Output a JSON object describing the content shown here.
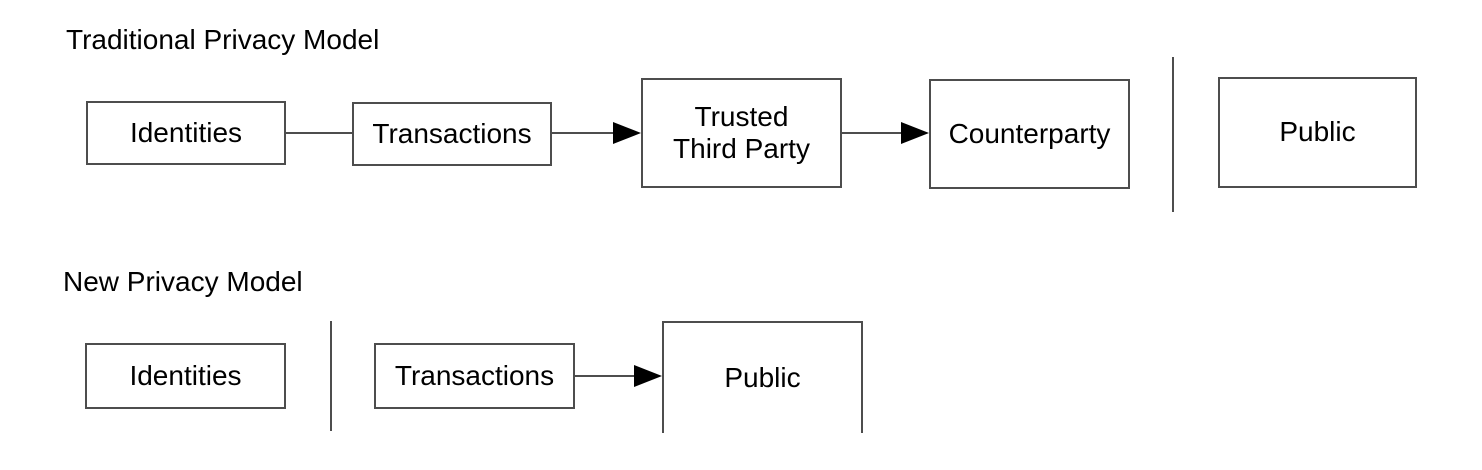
{
  "traditional": {
    "title": "Traditional Privacy Model",
    "nodes": [
      {
        "label": "Identities"
      },
      {
        "label": "Transactions"
      },
      {
        "label_lines": [
          "Trusted",
          "Third Party"
        ]
      },
      {
        "label": "Counterparty"
      },
      {
        "label": "Public"
      }
    ]
  },
  "new_model": {
    "title": "New Privacy Model",
    "nodes": [
      {
        "label": "Identities"
      },
      {
        "label": "Transactions"
      },
      {
        "label": "Public"
      }
    ]
  },
  "colors": {
    "background": "#ffffff",
    "box_border": "#4d4d4d",
    "connector_line": "#4d4d4d",
    "arrowhead": "#000000",
    "text": "#000000"
  }
}
